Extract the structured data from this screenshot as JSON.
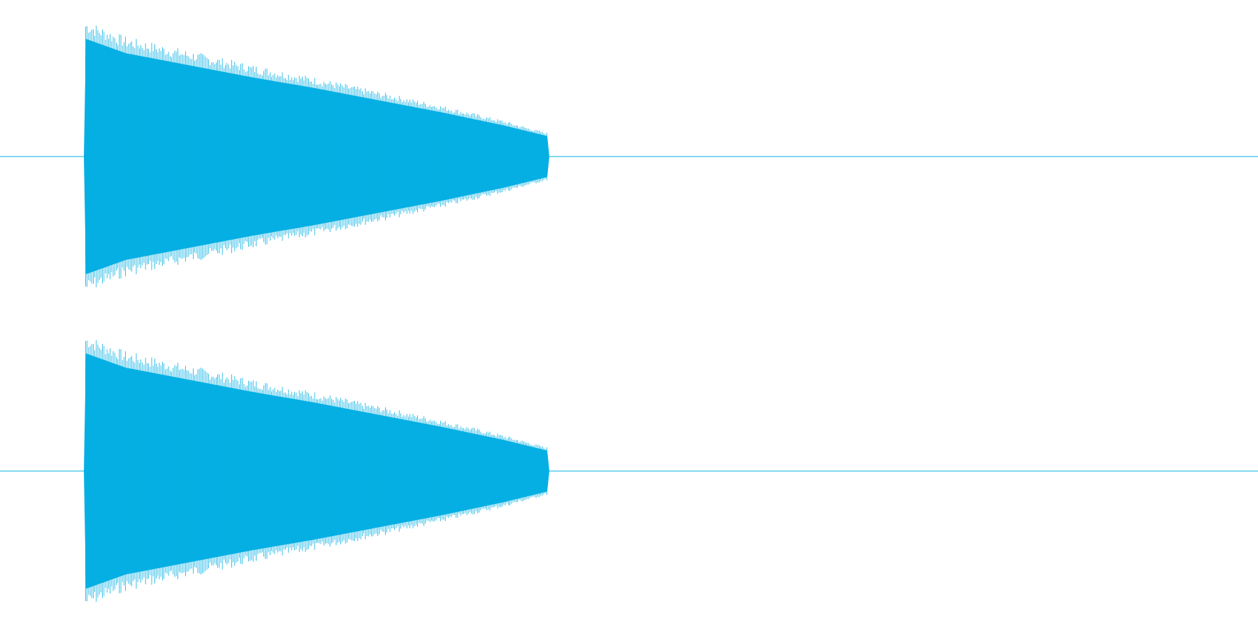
{
  "chart_data": {
    "type": "area",
    "title": "",
    "xlabel": "",
    "ylabel": "",
    "grid": false,
    "legend": "none",
    "xlim": [
      0,
      1
    ],
    "ylim": [
      -1,
      1
    ],
    "color": "#05AFE3",
    "series": [
      {
        "channel": 1,
        "x": [
          0.0,
          0.0672,
          0.068,
          0.1,
          0.15,
          0.2,
          0.25,
          0.3,
          0.35,
          0.4,
          0.4353,
          0.4361,
          1.0
        ],
        "envelope": [
          0.0,
          0.0,
          0.98,
          0.86,
          0.76,
          0.66,
          0.57,
          0.47,
          0.37,
          0.26,
          0.17,
          0.0,
          0.0
        ]
      },
      {
        "channel": 2,
        "x": [
          0.0,
          0.0672,
          0.068,
          0.1,
          0.15,
          0.2,
          0.25,
          0.3,
          0.35,
          0.4,
          0.4353,
          0.4361,
          1.0
        ],
        "envelope": [
          0.0,
          0.0,
          0.98,
          0.86,
          0.76,
          0.66,
          0.57,
          0.47,
          0.37,
          0.26,
          0.17,
          0.0,
          0.0
        ]
      }
    ]
  }
}
